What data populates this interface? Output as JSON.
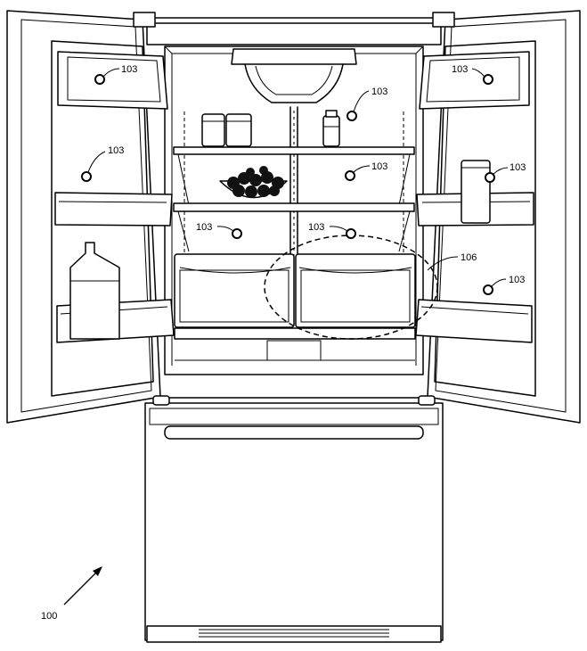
{
  "figure": {
    "reference_numerals": {
      "device": "100",
      "light_fixture": "103",
      "storage_region": "106"
    }
  }
}
